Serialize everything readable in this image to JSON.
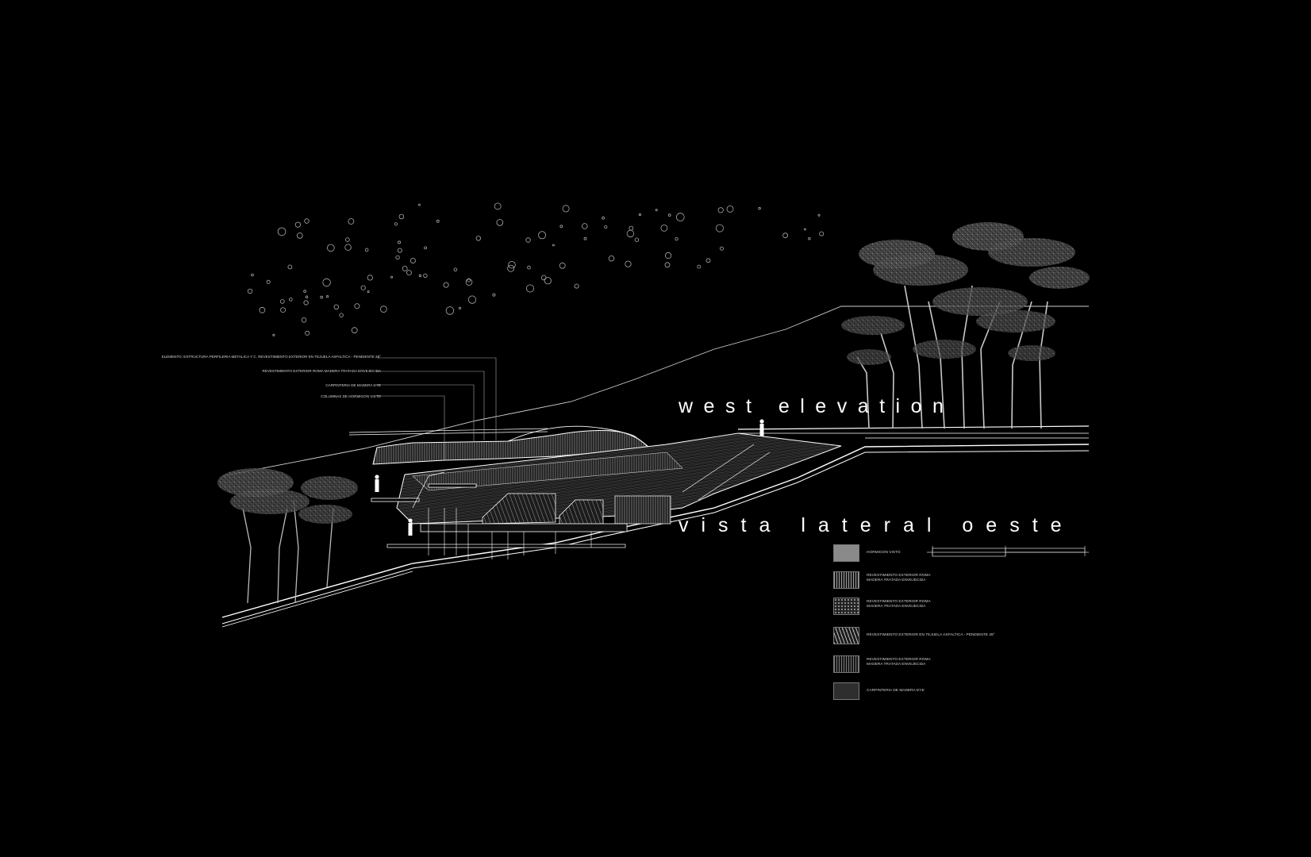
{
  "titles": {
    "english": "west elevation",
    "spanish": "vista lateral oeste"
  },
  "callouts": [
    "ELEMENTO: ESTRUCTURA PERFILERIA METALICA Y C. REVESTIMIENTO EXTERIOR EN TEJUELA ASFALTICA - PENDIENTE 28°",
    "REVESTIMIENTO EXTERIOR ROMA MADERA TRATADA ENVEJECIDA",
    "CARPINTERIA DE MADERA DYE",
    "COLUMNAS DE HORMIGON VISTO"
  ],
  "legend": [
    {
      "lines": [
        "HORMIGON VISTO"
      ],
      "swatch": "#8a8a8a",
      "pattern": "solid"
    },
    {
      "lines": [
        "REVESTIMIENTO EXTERIOR ROMA",
        "MADERA TRATADA ENVEJECIDA"
      ],
      "swatch": "#5a5a5a",
      "pattern": "vertical"
    },
    {
      "lines": [
        "REVESTIMIENTO EXTERIOR ROMA",
        "MADERA TRATADA ENVEJECIDA"
      ],
      "swatch": "#4a4a4a",
      "pattern": "dots"
    },
    {
      "lines": [
        "REVESTIMIENTO EXTERIOR EN TEJUELA ASFALTICA - PENDIENTE 28°"
      ],
      "swatch": "#6e6e6e",
      "pattern": "hatch"
    },
    {
      "lines": [
        "REVESTIMIENTO EXTERIOR ROMA",
        "MADERA TRATADA ENVEJECIDA"
      ],
      "swatch": "#3e3e3e",
      "pattern": "vertical"
    },
    {
      "lines": [
        "CARPINTERIA DE MADERA DYE"
      ],
      "swatch": "#2e2e2e",
      "pattern": "solid"
    }
  ],
  "colors": {
    "background": "#000000",
    "line": "#ffffff",
    "tree": "#9a9a9a"
  }
}
